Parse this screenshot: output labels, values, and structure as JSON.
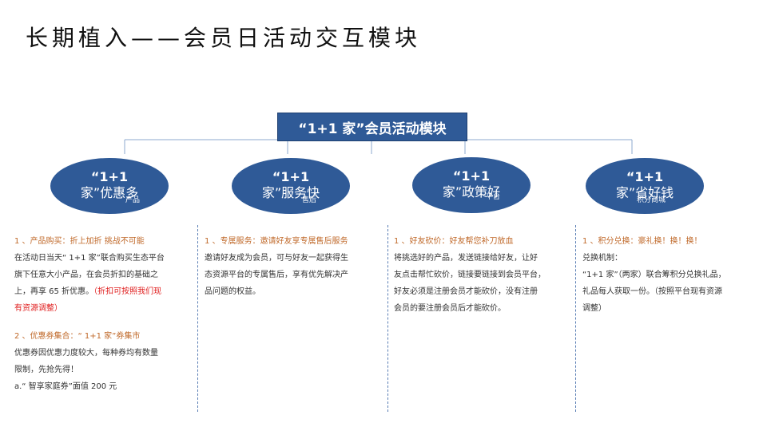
{
  "title": "长期植入——会员日活动交互模块",
  "root_label": "“1+1 家”会员活动模块",
  "nodes": [
    {
      "line1": "“1+1",
      "line2": "家”优惠多",
      "sub": "产品"
    },
    {
      "line1": "“1+1",
      "line2": "家”服务快",
      "sub": "售后"
    },
    {
      "line1": "“1+1",
      "line2": "家”政策好",
      "sub": "平台"
    },
    {
      "line1": "“1+1",
      "line2": "家”省好钱",
      "sub": "积分商城"
    }
  ],
  "columns": [
    {
      "s1_head": "1 、产品购买：折上加折   挑战不可能",
      "s1_l1": "在活动日当天“ 1+1 家”联合购买生态平台",
      "s1_l2": "旗下任意大小产品，在会员折扣的基础之",
      "s1_l3": "上，再享 65 折优惠。",
      "s1_red1": "（折扣可按照我们现",
      "s1_red2": "有资源调整）",
      "s2_head": "2 、优惠券集合：“ 1+1 家”券集市",
      "s2_l1": "优惠券因优惠力度较大，每种券均有数量",
      "s2_l2": "限制，先抢先得！",
      "s2_l3": "a.“ 智享家庭券”面值 200 元"
    },
    {
      "head": "1 、专属服务：邀请好友享专属售后服务",
      "l1": "邀请好友成为会员，可与好友一起获得生",
      "l2": "态资源平台的专属售后，享有优先解决产",
      "l3": "品问题的权益。"
    },
    {
      "head": "1 、好友砍价：好友帮您补刀放血",
      "l1": "将挑选好的产品，发送链接给好友，让好",
      "l2": "友点击帮忙砍价，链接要链接到会员平台，",
      "l3": "好友必须是注册会员才能砍价，没有注册",
      "l4": "会员的要注册会员后才能砍价。"
    },
    {
      "head": "1 、积分兑换：豪礼换！换！换！",
      "l1": "兑换机制：",
      "l2": "“1+1 家”（两家）联合筹积分兑换礼品，",
      "l3": "礼品每人获取一份。（按照平台现有资源",
      "l4": "调整）"
    }
  ],
  "colors": {
    "node_fill": "#2f5a97",
    "heading": "#c0692a",
    "highlight": "#e02020",
    "connector": "#8ea9cf"
  }
}
